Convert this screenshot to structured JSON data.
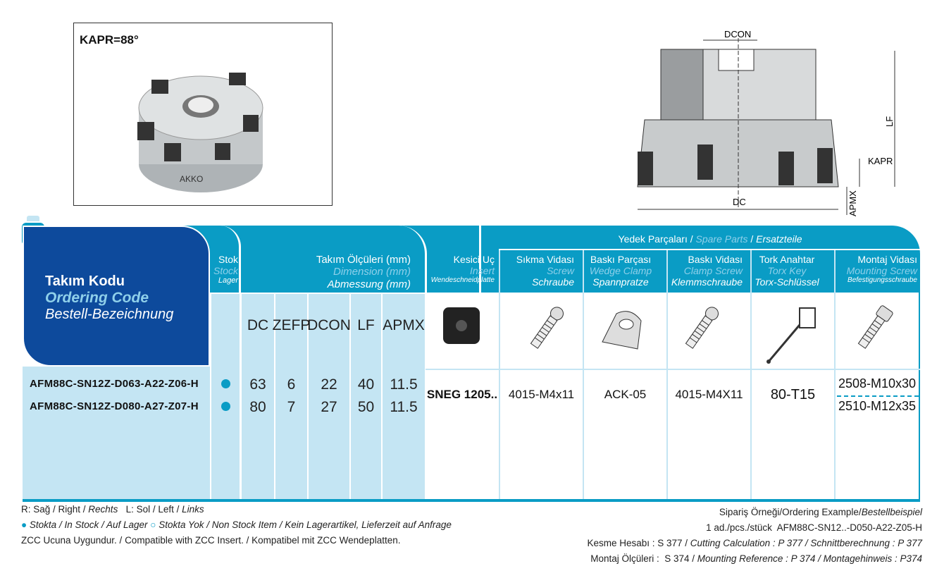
{
  "photo": {
    "label": "KAPR=88°",
    "brand": "AKKO"
  },
  "diagram": {
    "labels": {
      "dcon": "DCON",
      "lf": "LF",
      "kapr": "KAPR",
      "dc": "DC",
      "apmx": "APMX"
    }
  },
  "header": {
    "code": {
      "tr": "Takım Kodu",
      "en": "Ordering Code",
      "de": "Bestell-Bezeichnung"
    },
    "stock": {
      "tr": "Stok",
      "en": "Stock",
      "de": "Lager"
    },
    "dims": {
      "tr": "Takım Ölçüleri (mm)",
      "en": "Dimension (mm)",
      "de": "Abmessung (mm)"
    },
    "insert": {
      "tr": "Kesici Uç",
      "en": "Insert",
      "de": "Wendeschneidplatte"
    },
    "spare": {
      "tr": "Yedek Parçaları",
      "sep1": " / ",
      "en": "Spare Parts",
      "sep2": " / ",
      "de": "Ersatzteile"
    },
    "spare_cols": [
      {
        "tr": "Sıkma Vidası",
        "en": "Screw",
        "de": "Schraube"
      },
      {
        "tr": "Baskı Parçası",
        "en": "Wedge Clamp",
        "de": "Spannpratze"
      },
      {
        "tr": "Baskı Vidası",
        "en": "Clamp Screw",
        "de": "Klemmschraube"
      },
      {
        "tr": "Tork Anahtar",
        "en": "Torx Key",
        "de": "Torx-Schlüssel"
      },
      {
        "tr": "Montaj Vidası",
        "en": "Mounting Screw",
        "de": "Befestigungsschraube"
      }
    ],
    "dim_cols": [
      "DC",
      "ZEFP",
      "DCON",
      "LF",
      "APMX"
    ]
  },
  "rows": [
    {
      "code": "AFM88C-SN12Z-D063-A22-Z06-H",
      "stock": "in",
      "dc": "63",
      "zefp": "6",
      "dcon": "22",
      "lf": "40",
      "apmx": "11.5"
    },
    {
      "code": "AFM88C-SN12Z-D080-A27-Z07-H",
      "stock": "in",
      "dc": "80",
      "zefp": "7",
      "dcon": "27",
      "lf": "50",
      "apmx": "11.5"
    }
  ],
  "parts": {
    "insert": "SNEG 1205..",
    "screw": "4015-M4x11",
    "wedge": "ACK-05",
    "clamp_screw": "4015-M4X11",
    "key": "80-T15",
    "mounting": [
      "2508-M10x30",
      "2510-M12x35"
    ]
  },
  "footer": {
    "left": [
      {
        "a": "R: Sağ / Right / ",
        "b": "Rechts",
        "c": "   L: Sol / Left / ",
        "d": "Links"
      },
      {
        "in": "Stokta / In Stock / Auf Lager",
        "out": "Stokta Yok / Non Stock Item / Kein Lagerartikel, Lieferzeit auf Anfrage"
      },
      {
        "text": "ZCC Ucuna Uygundur. / Compatible with ZCC Insert. / Kompatibel mit ZCC Wendeplatten."
      }
    ],
    "right": {
      "ex_title": "Sipariş Örneği/Ordering Example/",
      "ex_title_de": "Bestellbeispiel",
      "ex_line": "1 ad./pcs./stück  AFM88C-SN12..-D050-A22-Z05-H",
      "cut_tr": "Kesme Hesabı : S 377 / ",
      "cut_en": "Cutting Calculation : P 377 / Schnittberechnung : P 377",
      "mnt_tr": "Montaj Ölçüleri :  S 374 / ",
      "mnt_en": "Mounting Reference : P 374 / Montagehinweis : P374"
    }
  },
  "colors": {
    "teal": "#0a9cc5",
    "navy": "#0d4a9c",
    "light": "#c4e5f3"
  }
}
